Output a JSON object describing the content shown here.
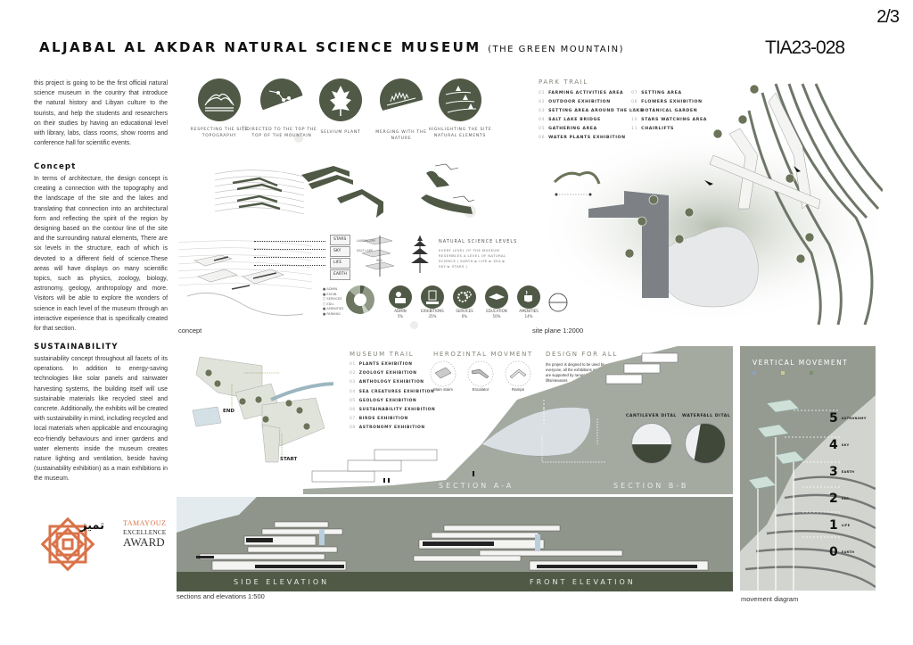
{
  "header": {
    "page_indicator": "2/3",
    "title": "ALJABAL AL AKDAR NATURAL SCIENCE MUSEUM",
    "subtitle": "(THE GREEN MOUNTAIN)",
    "entry_code": "TIA23-028"
  },
  "left_column": {
    "intro": "this project is going to be the first official natural science museum in the country that introduce the natural history and Libyan culture to the tourists, and help the students and researchers on their studies by having an educational level with library, labs, class rooms, show rooms and conference hall for scientific events.",
    "concept_heading": "Concept",
    "concept_text": "In terms of architecture, the design concept is creating a connection with the topography and the landscape of the site and the lakes and translating that connection into an architectural form and reflecting the spirit of the region by designing based on the contour line of the site and the surrounding natural elements, There are six levels in the structure, each of which is devoted to a different field of science.These areas will have displays on many scientific topics, such as physics, zoology, biology, astronomy, geology, anthropology and more. Visitors will be able to explore the wonders of science in each level of the museum through an interactive experience that is specifically created for that section.",
    "sustainability_heading": "SUSTAINABILITY",
    "sustainability_text": "sustainability concept throughout all facets of its operations. In addition to energy-saving technologies like solar panels and rainwater harvesting systems, the building itself will use sustainable materials like recycled steel and concrete. Additionally, the exhibits will be created with sustainability in mind, including recycled and local materials when applicable and encouraging eco-friendly behaviours and inner gardens and water elements inside the museum creates nature lighting and ventilation, beside having (sustainability exhibition) as a main exhibitions in the museum."
  },
  "award": {
    "arabic": "تميز",
    "line1": "TAMAYOUZ",
    "line2": "EXCELLENCE",
    "line3": "AWARD",
    "color": "#d9734a"
  },
  "concept_icons": [
    {
      "label": "RESPECTING THE SITE TOPOGRAPHY",
      "icon": "topography-icon"
    },
    {
      "label": "DIRECTED TO THE TOP THE TOP OF THE MOUNTAIN",
      "icon": "mountain-path-icon"
    },
    {
      "label": "SELVIUM PLANT",
      "icon": "plant-icon"
    },
    {
      "label": "MERGING WITH THE NATURE",
      "icon": "nature-merge-icon"
    },
    {
      "label": "HIGHLIGHTING THE SITE NATURAL ELEMENTS",
      "icon": "tree-layers-icon"
    }
  ],
  "concept_diagram": {
    "caption": "concept",
    "level_tags": [
      "STARS",
      "SKY",
      "LIFE",
      "EARTH"
    ],
    "level_side_labels": [
      "LANDSCAPE",
      "SALT LAKE",
      "SEA"
    ],
    "natural_levels_heading": "NATURAL SCIENCE LEVELS",
    "natural_levels_text": "EVERY LEVEL OF THE MUSEUM RESEMBLES A LEVEL OF NATURAL SCIENCE ( EARTH ► LIFE ► SEA ► SKY ► STARS )",
    "program": [
      {
        "label": "ADMIN",
        "value": "5%",
        "icon": "admin-icon"
      },
      {
        "label": "EXHIBITIONS",
        "value": "35%",
        "icon": "exhibitions-icon"
      },
      {
        "label": "SERVICES",
        "value": "6%",
        "icon": "services-gear-icon"
      },
      {
        "label": "EDUCATION",
        "value": "50%",
        "icon": "education-icon"
      },
      {
        "label": "AMENITIES",
        "value": "14%",
        "icon": "amenities-cup-icon"
      }
    ]
  },
  "park_trail": {
    "heading": "PARK TRAIL",
    "items_left": [
      {
        "n": "01",
        "label": "FARMING ACTIVITIES AREA"
      },
      {
        "n": "02",
        "label": "OUTDOOR EXHIBITION"
      },
      {
        "n": "03",
        "label": "SETTING AREA AROUND THE LAKE"
      },
      {
        "n": "04",
        "label": "SALT LAKE BRIDGE"
      },
      {
        "n": "05",
        "label": "GATHERING AREA"
      },
      {
        "n": "06",
        "label": "WATER PLANTS EXHIBITION"
      }
    ],
    "items_right": [
      {
        "n": "07",
        "label": "SETTING AREA"
      },
      {
        "n": "08",
        "label": "FLOWERS EXHIBITION"
      },
      {
        "n": "09",
        "label": "BOTANICAL GARDEN"
      },
      {
        "n": "10",
        "label": "STARS WATCHING AREA"
      },
      {
        "n": "11",
        "label": "CHAIRLIFTS"
      }
    ],
    "caption": "site plane 1:2000"
  },
  "museum_trail": {
    "heading": "MUSEUM TRAIL",
    "items": [
      {
        "n": "01",
        "label": "PLANTS EXHIBITION"
      },
      {
        "n": "02",
        "label": "ZOOLOGY EXHIBITION"
      },
      {
        "n": "03",
        "label": "ANTHOLOGY EXHIBITION"
      },
      {
        "n": "04",
        "label": "SEA CREATURES EXHIBITION"
      },
      {
        "n": "05",
        "label": "GEOLOGY EXHIBITION"
      },
      {
        "n": "06",
        "label": "SUSTAINABILITY EXHIBITION"
      },
      {
        "n": "07",
        "label": "BIRDS EXHIBITION"
      },
      {
        "n": "08",
        "label": "ASTRONOMY EXHIBITION"
      }
    ],
    "plan_end": "END",
    "plan_start": "START"
  },
  "horizontal_movement": {
    "heading": "HEROZINTAL MOVMENT",
    "items": [
      "Main stairs",
      "Escalator",
      "Ramps"
    ]
  },
  "design_for_all": {
    "heading": "DESIGN FOR ALL",
    "text": "the project is deigned to be used by everyone, all the exhibitions and the parts are supported by ramps/wheelchair lifts/elevators"
  },
  "sections": {
    "a_label": "SECTION A-A",
    "b_label": "SECTION B-B",
    "detail1": "CANTILEVER DITAL",
    "detail2": "WATERFALL DITAL",
    "side_elevation": "SIDE ELEVATION",
    "front_elevation": "FRONT ELEVATION",
    "caption": "sections and elevations 1:500"
  },
  "vertical_movement": {
    "heading": "VERTICAL MOVEMENT",
    "levels": [
      {
        "n": "5",
        "label": "ASTRONOMY"
      },
      {
        "n": "4",
        "label": "SKY"
      },
      {
        "n": "3",
        "label": "EARTH"
      },
      {
        "n": "2",
        "label": "SEA"
      },
      {
        "n": "1",
        "label": "LIFE"
      },
      {
        "n": "0",
        "label": "EARTH"
      }
    ],
    "caption": "movement diagram"
  },
  "colors": {
    "olive_dark": "#4f5946",
    "gray_panel": "#9ea399",
    "award_orange": "#d9734a"
  }
}
